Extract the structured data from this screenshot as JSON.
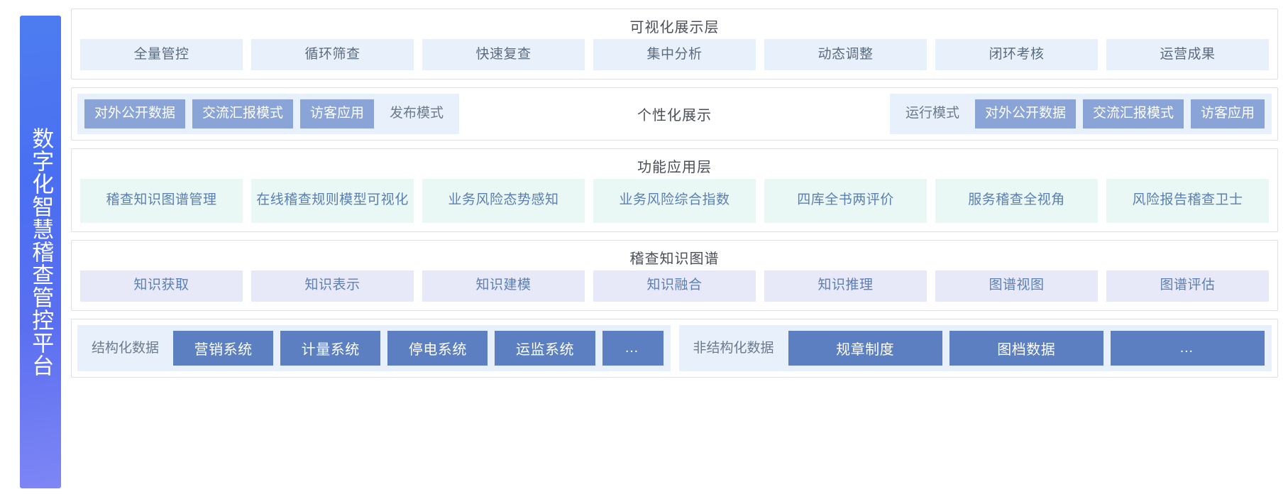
{
  "sidebar": {
    "title": "数字化智慧稽查管控平台"
  },
  "layers": {
    "visualization": {
      "title": "可视化展示层",
      "items": [
        "全量管控",
        "循环筛查",
        "快速复查",
        "集中分析",
        "动态调整",
        "闭环考核",
        "运营成果"
      ]
    },
    "modes": {
      "center_label": "个性化展示",
      "left_group": [
        {
          "label": "对外公开数据",
          "style": "filled"
        },
        {
          "label": "交流汇报模式",
          "style": "filled"
        },
        {
          "label": "访客应用",
          "style": "filled"
        },
        {
          "label": "发布模式",
          "style": "plain"
        }
      ],
      "right_group": [
        {
          "label": "运行模式",
          "style": "plain"
        },
        {
          "label": "对外公开数据",
          "style": "filled"
        },
        {
          "label": "交流汇报模式",
          "style": "filled"
        },
        {
          "label": "访客应用",
          "style": "filled"
        }
      ]
    },
    "functional": {
      "title": "功能应用层",
      "items": [
        "稽查知识图谱管理",
        "在线稽查规则模型可视化",
        "业务风险态势感知",
        "业务风险综合指数",
        "四库全书两评价",
        "服务稽查全视角",
        "风险报告稽查卫士"
      ]
    },
    "knowledge_graph": {
      "title": "稽查知识图谱",
      "items": [
        "知识获取",
        "知识表示",
        "知识建模",
        "知识融合",
        "知识推理",
        "图谱视图",
        "图谱评估"
      ]
    },
    "data_sources": {
      "structured": {
        "label": "结构化数据",
        "items": [
          "营销系统",
          "计量系统",
          "停电系统",
          "运监系统",
          "…"
        ]
      },
      "unstructured": {
        "label": "非结构化数据",
        "items": [
          "规章制度",
          "图档数据",
          "…"
        ]
      }
    }
  },
  "colors": {
    "sidebar_gradient_start": "#4d7df0",
    "sidebar_gradient_end": "#7f86f5",
    "visualization_chip": "#e8f1fb",
    "mode_filled": "#8ba4d8",
    "functional_chip": "#e9f7f5",
    "knowledge_chip": "#e7e9f9",
    "data_box": "#5b7fc0",
    "layer_border": "#dcdfe4",
    "title_text": "#4a4f57",
    "chip_text_blue": "#5b7fb5",
    "chip_text_gray": "#5b6b80"
  }
}
